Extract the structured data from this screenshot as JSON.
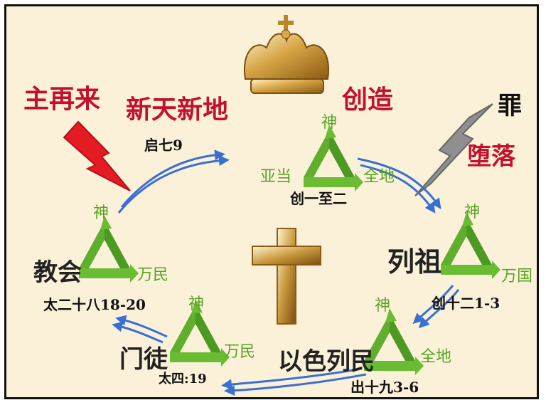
{
  "colors": {
    "background": "#fbf1d9",
    "red_text": "#c3112c",
    "green": "#5fae2e",
    "blue_arrow": "#3a6fd2",
    "gold": "#c89a3a"
  },
  "top_labels": {
    "lord_return": "主再来",
    "new_heaven_earth": "新天新地",
    "creation": "创造",
    "sin": "罪",
    "fall": "堕落"
  },
  "icons": {
    "crown": "crown-icon",
    "cross": "cross-icon",
    "red_lightning": "lightning-icon",
    "gray_lightning": "lightning-icon"
  },
  "references": {
    "rev": "启七9",
    "gen1": "创一至二",
    "gen12": "创十二1-3",
    "exo19": "出十九3-6",
    "matt4": "太四:19",
    "matt28": "太二十八18-20"
  },
  "triangles": [
    {
      "id": "creation",
      "top": "神",
      "left": "亚当",
      "right": "全地",
      "name": ""
    },
    {
      "id": "patriarchs",
      "top": "神",
      "left": "",
      "right": "万国",
      "name": "列祖"
    },
    {
      "id": "israel",
      "top": "神",
      "left": "",
      "right": "全地",
      "name": "以色列民"
    },
    {
      "id": "disciples",
      "top": "神",
      "left": "",
      "right": "万民",
      "name": "门徒"
    },
    {
      "id": "church",
      "top": "神",
      "left": "",
      "right": "万民",
      "name": "教会"
    }
  ]
}
